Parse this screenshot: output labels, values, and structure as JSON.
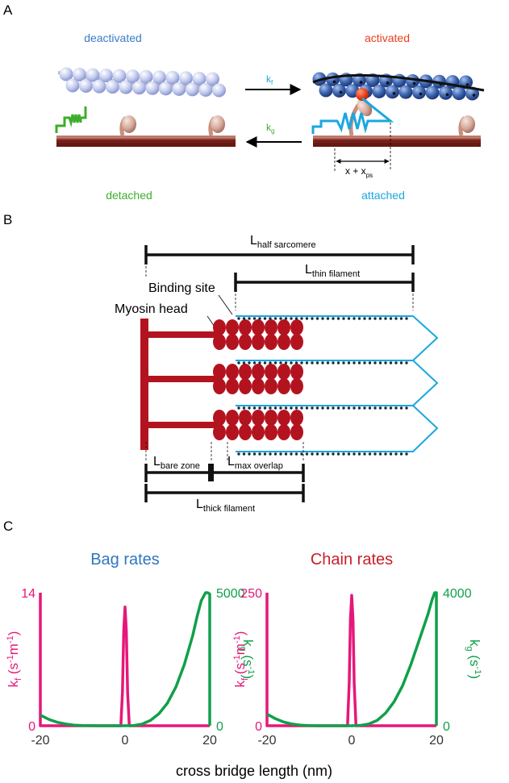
{
  "panels": {
    "a": "A",
    "b": "B",
    "c": "C"
  },
  "panel_a": {
    "state_deactivated": "deactivated",
    "state_activated": "activated",
    "state_detached": "detached",
    "state_attached": "attached",
    "rate_forward": "k",
    "rate_forward_sub": "f",
    "rate_backward": "k",
    "rate_backward_sub": "g",
    "displacement": "x + x",
    "displacement_sub": "ps",
    "colors": {
      "blue_label": "#3a7cc4",
      "red_label": "#e8401c",
      "green_label": "#3dae2b",
      "cyan_label": "#1aa7df",
      "actin_light": "#c4cdee",
      "actin_dark": "#3d66b0",
      "thick": "#8a2a22"
    }
  },
  "panel_b": {
    "half_sarcomere": "L",
    "half_sarcomere_sub": "half sarcomere",
    "thin_filament": "L",
    "thin_filament_sub": "thin filament",
    "binding_site": "Binding site",
    "myosin_head": "Myosin head",
    "bare_zone": "L",
    "bare_zone_sub": "bare zone",
    "max_overlap": "L",
    "max_overlap_sub": "max overlap",
    "thick_filament": "L",
    "thick_filament_sub": "thick filament",
    "colors": {
      "myosin": "#b3131f",
      "thin": "#1aa7df",
      "site": "#1c2b3a"
    }
  },
  "xlabel": "cross bridge length (nm)",
  "chart_data": [
    {
      "type": "line",
      "title": "Bag rates",
      "xlabel": "cross bridge length (nm)",
      "x_ticks": [
        "-20",
        "0",
        "20"
      ],
      "xlim": [
        -20,
        20
      ],
      "left_axis": {
        "label": "k",
        "sub": "f",
        "unit_pre": "(s",
        "sup1": "-1",
        "mid": "m",
        "sup2": "-1",
        "unit_post": ")",
        "ticks": [
          "0",
          "14"
        ],
        "ylim": [
          0,
          14
        ],
        "color": "#e6177a"
      },
      "right_axis": {
        "label": "k",
        "sub": "g",
        "unit_pre": "(s",
        "sup1": "-1",
        "unit_post": ")",
        "ticks": [
          "0",
          "5000"
        ],
        "ylim": [
          0,
          5000
        ],
        "color": "#10a04a"
      },
      "series": [
        {
          "axis": "left",
          "x": [
            -20,
            -20,
            -1.0,
            -0.6,
            -0.3,
            0,
            0.3,
            0.6,
            1.0,
            20
          ],
          "y": [
            14,
            0,
            0,
            3.5,
            10,
            12.5,
            10,
            3.5,
            0,
            0
          ]
        },
        {
          "axis": "right",
          "x": [
            -20,
            -18,
            -16,
            -14,
            -12,
            -10,
            -8,
            -6,
            -4,
            -2,
            0,
            2,
            4,
            6,
            8,
            10,
            12,
            14,
            16,
            17,
            18,
            19,
            19.5,
            20,
            20
          ],
          "y": [
            400,
            240,
            130,
            65,
            25,
            8,
            2,
            0,
            0,
            0,
            0,
            10,
            60,
            200,
            450,
            850,
            1450,
            2300,
            3400,
            4100,
            4700,
            5000,
            5000,
            4950,
            0
          ]
        }
      ]
    },
    {
      "type": "line",
      "title": "Chain rates",
      "xlabel": "cross bridge length (nm)",
      "x_ticks": [
        "-20",
        "0",
        "20"
      ],
      "xlim": [
        -20,
        20
      ],
      "left_axis": {
        "label": "k",
        "sub": "f",
        "unit_pre": "(s",
        "sup1": "-1",
        "mid": "m",
        "sup2": "-1",
        "unit_post": ")",
        "ticks": [
          "0",
          "250"
        ],
        "ylim": [
          0,
          250
        ],
        "color": "#e6177a"
      },
      "right_axis": {
        "label": "k",
        "sub": "g",
        "unit_pre": "(s",
        "sup1": "-1",
        "unit_post": ")",
        "ticks": [
          "0",
          "4000"
        ],
        "ylim": [
          0,
          4000
        ],
        "color": "#10a04a"
      },
      "series": [
        {
          "axis": "left",
          "x": [
            -20,
            -20,
            -1.0,
            -0.6,
            -0.3,
            0,
            0.3,
            0.6,
            1.0,
            20
          ],
          "y": [
            250,
            0,
            0,
            80,
            200,
            245,
            200,
            80,
            0,
            0
          ]
        },
        {
          "axis": "right",
          "x": [
            -20,
            -18,
            -16,
            -14,
            -12,
            -10,
            -8,
            -6,
            -4,
            -2,
            0,
            2,
            4,
            6,
            8,
            10,
            12,
            14,
            16,
            18,
            19,
            19.6,
            20,
            20
          ],
          "y": [
            350,
            210,
            110,
            50,
            18,
            5,
            1,
            0,
            0,
            0,
            0,
            10,
            50,
            160,
            380,
            720,
            1200,
            1850,
            2600,
            3350,
            3800,
            4000,
            4000,
            0
          ]
        }
      ]
    }
  ]
}
